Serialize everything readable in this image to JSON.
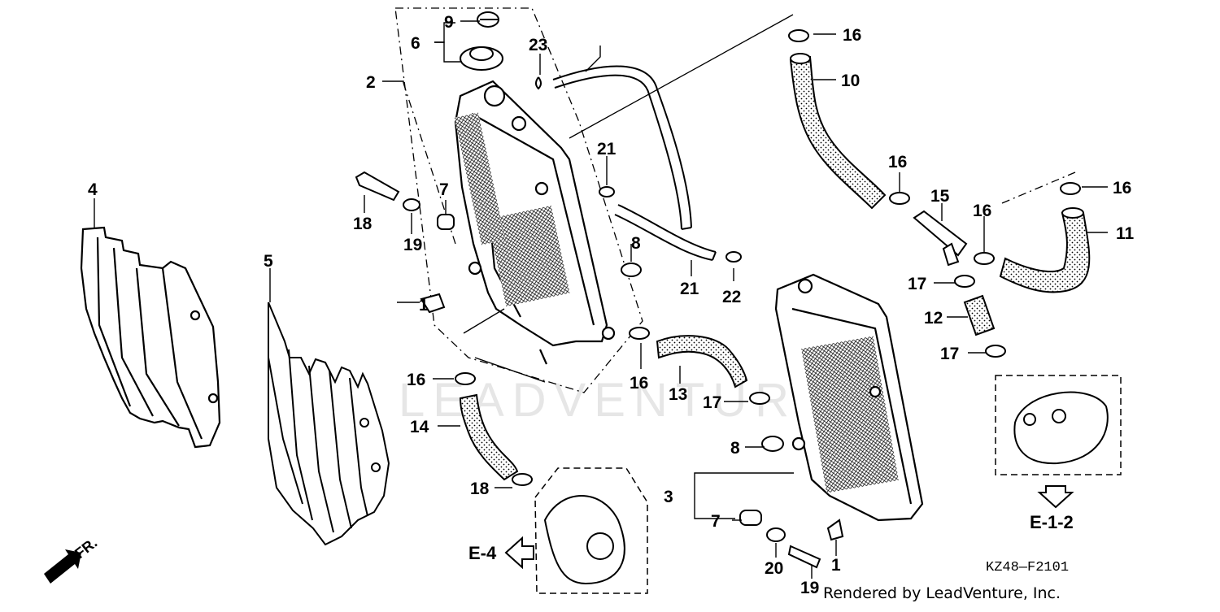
{
  "diagram": {
    "part_code": "KZ48—F2101",
    "credit": "Rendered by LeadVenture, Inc.",
    "watermark": "LEADVENTURE",
    "front_marker": "FR.",
    "refs": {
      "e4": "E-4",
      "e12": "E-1-2"
    },
    "callouts": [
      "1",
      "1",
      "2",
      "3",
      "4",
      "5",
      "6",
      "7",
      "7",
      "8",
      "8",
      "9",
      "10",
      "11",
      "12",
      "13",
      "14",
      "15",
      "16",
      "16",
      "16",
      "16",
      "16",
      "16",
      "17",
      "17",
      "17",
      "18",
      "18",
      "19",
      "19",
      "20",
      "21",
      "21",
      "22",
      "23"
    ]
  },
  "colors": {
    "ink": "#000000",
    "paper": "#ffffff",
    "watermark": "#e6e6e6"
  }
}
